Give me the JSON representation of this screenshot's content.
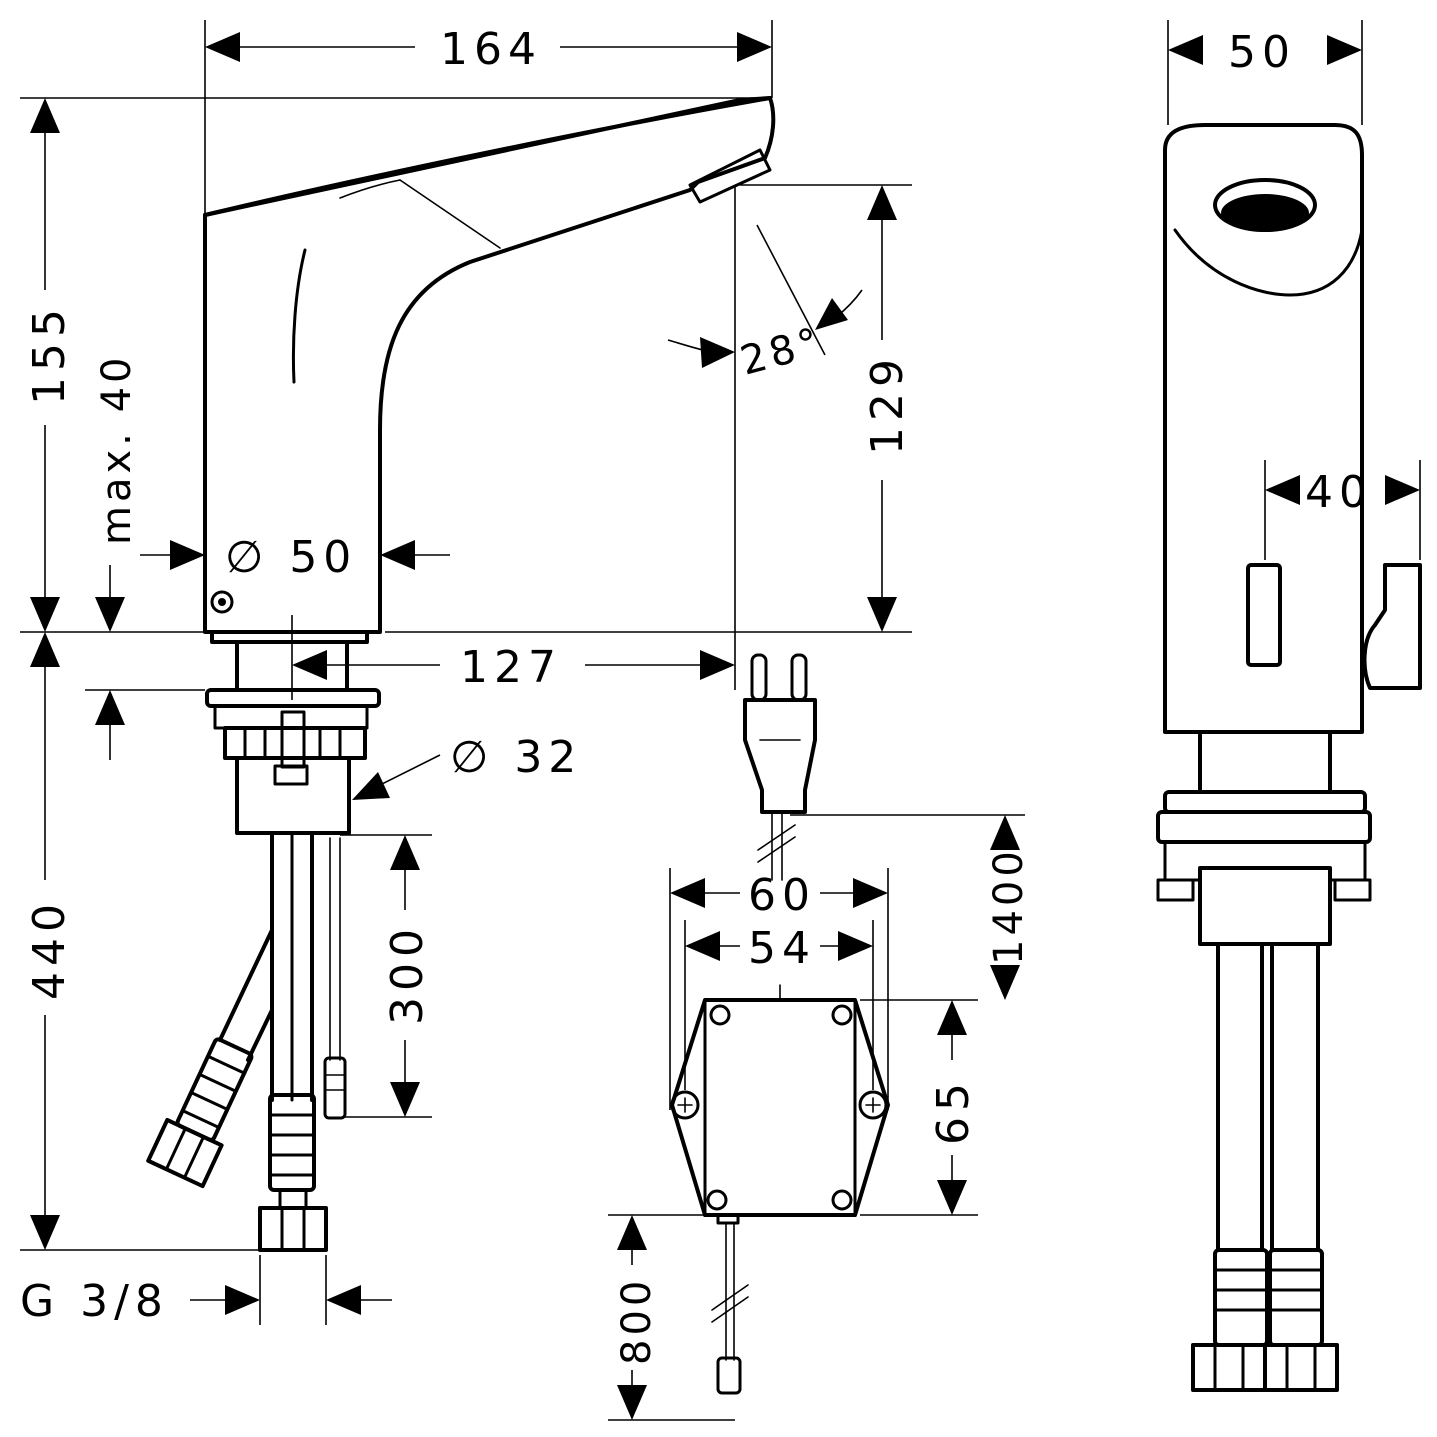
{
  "dimensions": {
    "spout_length": "164",
    "total_height_above": "155",
    "max_thickness": "max. 40",
    "body_diameter": "∅ 50",
    "outlet_height": "129",
    "spray_angle": "28°",
    "spout_reach": "127",
    "shank_diameter": "∅ 32",
    "connection_thread": "G 3/8",
    "below_counter_height": "440",
    "cable_length_300": "300",
    "cable_length_1400": "1400",
    "box_width_60": "60",
    "box_width_54": "54",
    "box_height": "65",
    "cable_length_800": "800",
    "side_width": "50",
    "sensor_offset": "40"
  }
}
